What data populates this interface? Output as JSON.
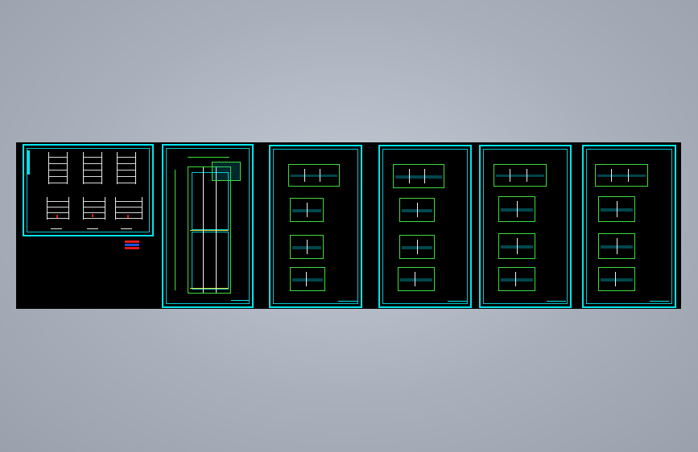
{
  "viewer": {
    "background_color": "#aab1bd",
    "canvas_color": "#000000",
    "frame_color": "#00e5ee",
    "plan_line_color": "#3cdc3c",
    "wall_color": "#f0f0f0",
    "pipe_color": "#00c8dc",
    "accent_yellow": "#f0e020"
  },
  "sheets": [
    {
      "id": "sheet-1-elevations"
    },
    {
      "id": "sheet-2-ground-plan"
    },
    {
      "id": "sheet-3-floor-plans"
    },
    {
      "id": "sheet-4-floor-plans"
    },
    {
      "id": "sheet-5-floor-plans"
    },
    {
      "id": "sheet-6-floor-plans"
    }
  ]
}
